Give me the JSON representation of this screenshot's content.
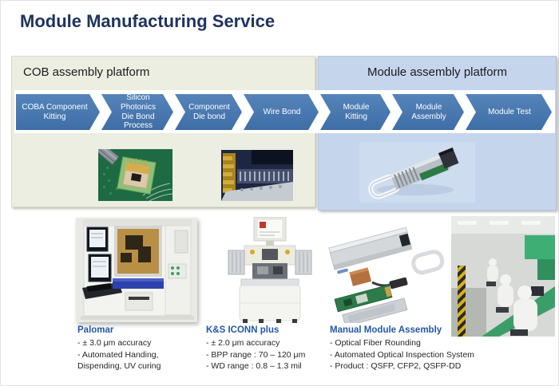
{
  "title": "Module Manufacturing Service",
  "panels": {
    "cob": {
      "title": "COB assembly platform"
    },
    "module": {
      "title": "Module assembly platform"
    }
  },
  "flow": {
    "steps": [
      {
        "label": "COBA Component Kitting"
      },
      {
        "label": "Silicon Photonics Die Bond Process"
      },
      {
        "label": "Component Die bond"
      },
      {
        "label": "Wire Bond"
      },
      {
        "label": "Module Kitting"
      },
      {
        "label": "Module Assembly"
      },
      {
        "label": "Module Test"
      }
    ]
  },
  "equipment": [
    {
      "name": "Palomar",
      "specs": [
        "- ± 3.0 μm accuracy",
        "- Automated Handing,",
        "Dispending, UV curing"
      ]
    },
    {
      "name": "K&S ICONN plus",
      "specs": [
        "- ± 2.0 μm accuracy",
        "- BPP range : 70 – 120 μm",
        "- WD range : 0.8 – 1.3 mil"
      ]
    },
    {
      "name": "Manual Module Assembly",
      "specs": [
        "- Optical Fiber Rounding",
        "- Automated Optical Inspection System",
        "- Product : QSFP, CFP2, QSFP-DD"
      ]
    }
  ],
  "photos": {
    "cob_die": "chip-on-board-photo",
    "wire_bond": "wire-bond-closeup-photo",
    "module": "optical-transceiver-module-photo",
    "palomar": "palomar-die-bonder-photo",
    "ks": "ks-iconn-wire-bonder-photo",
    "qsfp_exploded": "qsfp-module-exploded-photo",
    "factory": "cleanroom-assembly-line-photo"
  },
  "colors": {
    "title_navy": "#1e3461",
    "chevron_blue": "#4477af",
    "heading_blue": "#2457a7",
    "cob_panel_bg": "#ebeee0",
    "module_panel_bg": "#c5d5ec"
  }
}
